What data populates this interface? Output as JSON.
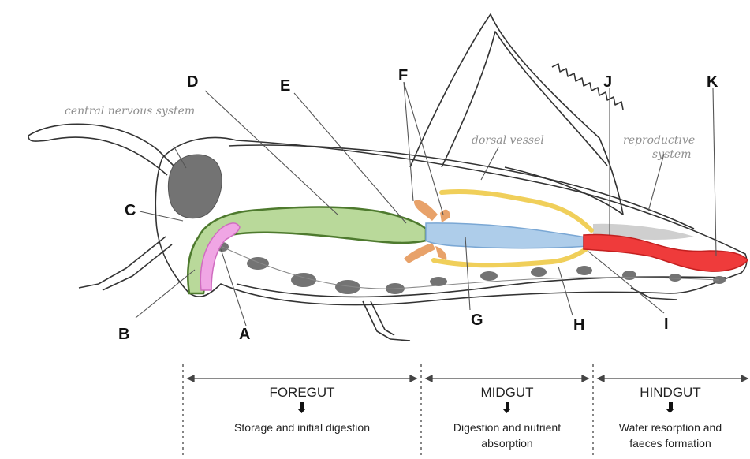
{
  "labels": {
    "A": "A",
    "B": "B",
    "C": "C",
    "D": "D",
    "E": "E",
    "F": "F",
    "G": "G",
    "H": "H",
    "I": "I",
    "J": "J",
    "K": "K"
  },
  "annotations": {
    "cns": "central nervous system",
    "dorsal": "dorsal vessel",
    "repro_1": "reproductive",
    "repro_2": "system"
  },
  "segments": [
    {
      "title": "FOREGUT",
      "desc_1": "Storage and initial digestion",
      "desc_2": ""
    },
    {
      "title": "MIDGUT",
      "desc_1": "Digestion and nutrient",
      "desc_2": "absorption"
    },
    {
      "title": "HINDGUT",
      "desc_1": "Water resorption and",
      "desc_2": "faeces formation"
    }
  ],
  "colors": {
    "crop": "#b9d99a",
    "crop_stroke": "#4e7a2e",
    "salivary": "#f0a6e4",
    "midgut": "#aecdea",
    "caeca": "#e8a26a",
    "malpighian": "#f0cf5a",
    "hindgut": "#ef3b3b",
    "ganglia": "#737373",
    "repro": "#cfcfcf"
  }
}
